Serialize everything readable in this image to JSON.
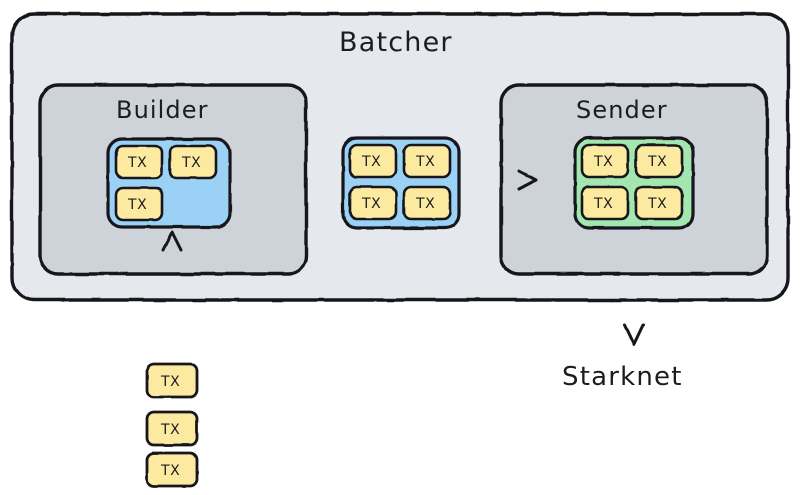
{
  "diagram": {
    "title": "Batcher",
    "background_color": "#ffffff",
    "outer_container": {
      "label": "Batcher",
      "fill": "#e5e8ec",
      "stroke": "#18191b"
    },
    "groups": [
      {
        "name": "builder",
        "label": "Builder",
        "fill": "#ced3da",
        "stroke": "#18191b",
        "batch": {
          "name": "builder-batch",
          "fill": "#9bd1f5",
          "stroke": "#18191b",
          "tx_labels": [
            "TX",
            "TX",
            "TX"
          ],
          "capacity": 4,
          "filled": 3
        }
      },
      {
        "name": "sender",
        "label": "Sender",
        "fill": "#ced3da",
        "stroke": "#18191b",
        "batch": {
          "name": "sender-batch",
          "fill": "#a3e6b0",
          "stroke": "#18191b",
          "tx_labels": [
            "TX",
            "TX",
            "TX",
            "TX"
          ],
          "capacity": 4,
          "filled": 4
        }
      }
    ],
    "middle_batch": {
      "name": "in-flight-batch",
      "fill": "#9bd1f5",
      "stroke": "#18191b",
      "tx_labels": [
        "TX",
        "TX",
        "TX",
        "TX"
      ],
      "capacity": 4,
      "filled": 4
    },
    "incoming_queue": {
      "name": "incoming-transactions",
      "tx_labels": [
        "TX",
        "TX",
        "TX"
      ],
      "fill": "#fbeaa0",
      "stroke": "#18191b"
    },
    "tx_tile": {
      "label": "TX",
      "fill": "#fbeaa0",
      "stroke": "#18191b"
    },
    "destination": {
      "name": "starknet",
      "label": "Starknet"
    },
    "connectors": [
      {
        "name": "builder-to-batch",
        "from": "builder-batch",
        "to": "in-flight-batch",
        "arrowhead": false
      },
      {
        "name": "batch-to-sender",
        "from": "in-flight-batch",
        "to": "sender-batch",
        "arrowhead": true
      },
      {
        "name": "queue-to-builder",
        "from": "incoming-transactions",
        "to": "builder-batch",
        "arrowhead": true
      },
      {
        "name": "sender-to-starknet",
        "from": "sender-batch",
        "to": "starknet",
        "arrowhead": true
      }
    ]
  }
}
